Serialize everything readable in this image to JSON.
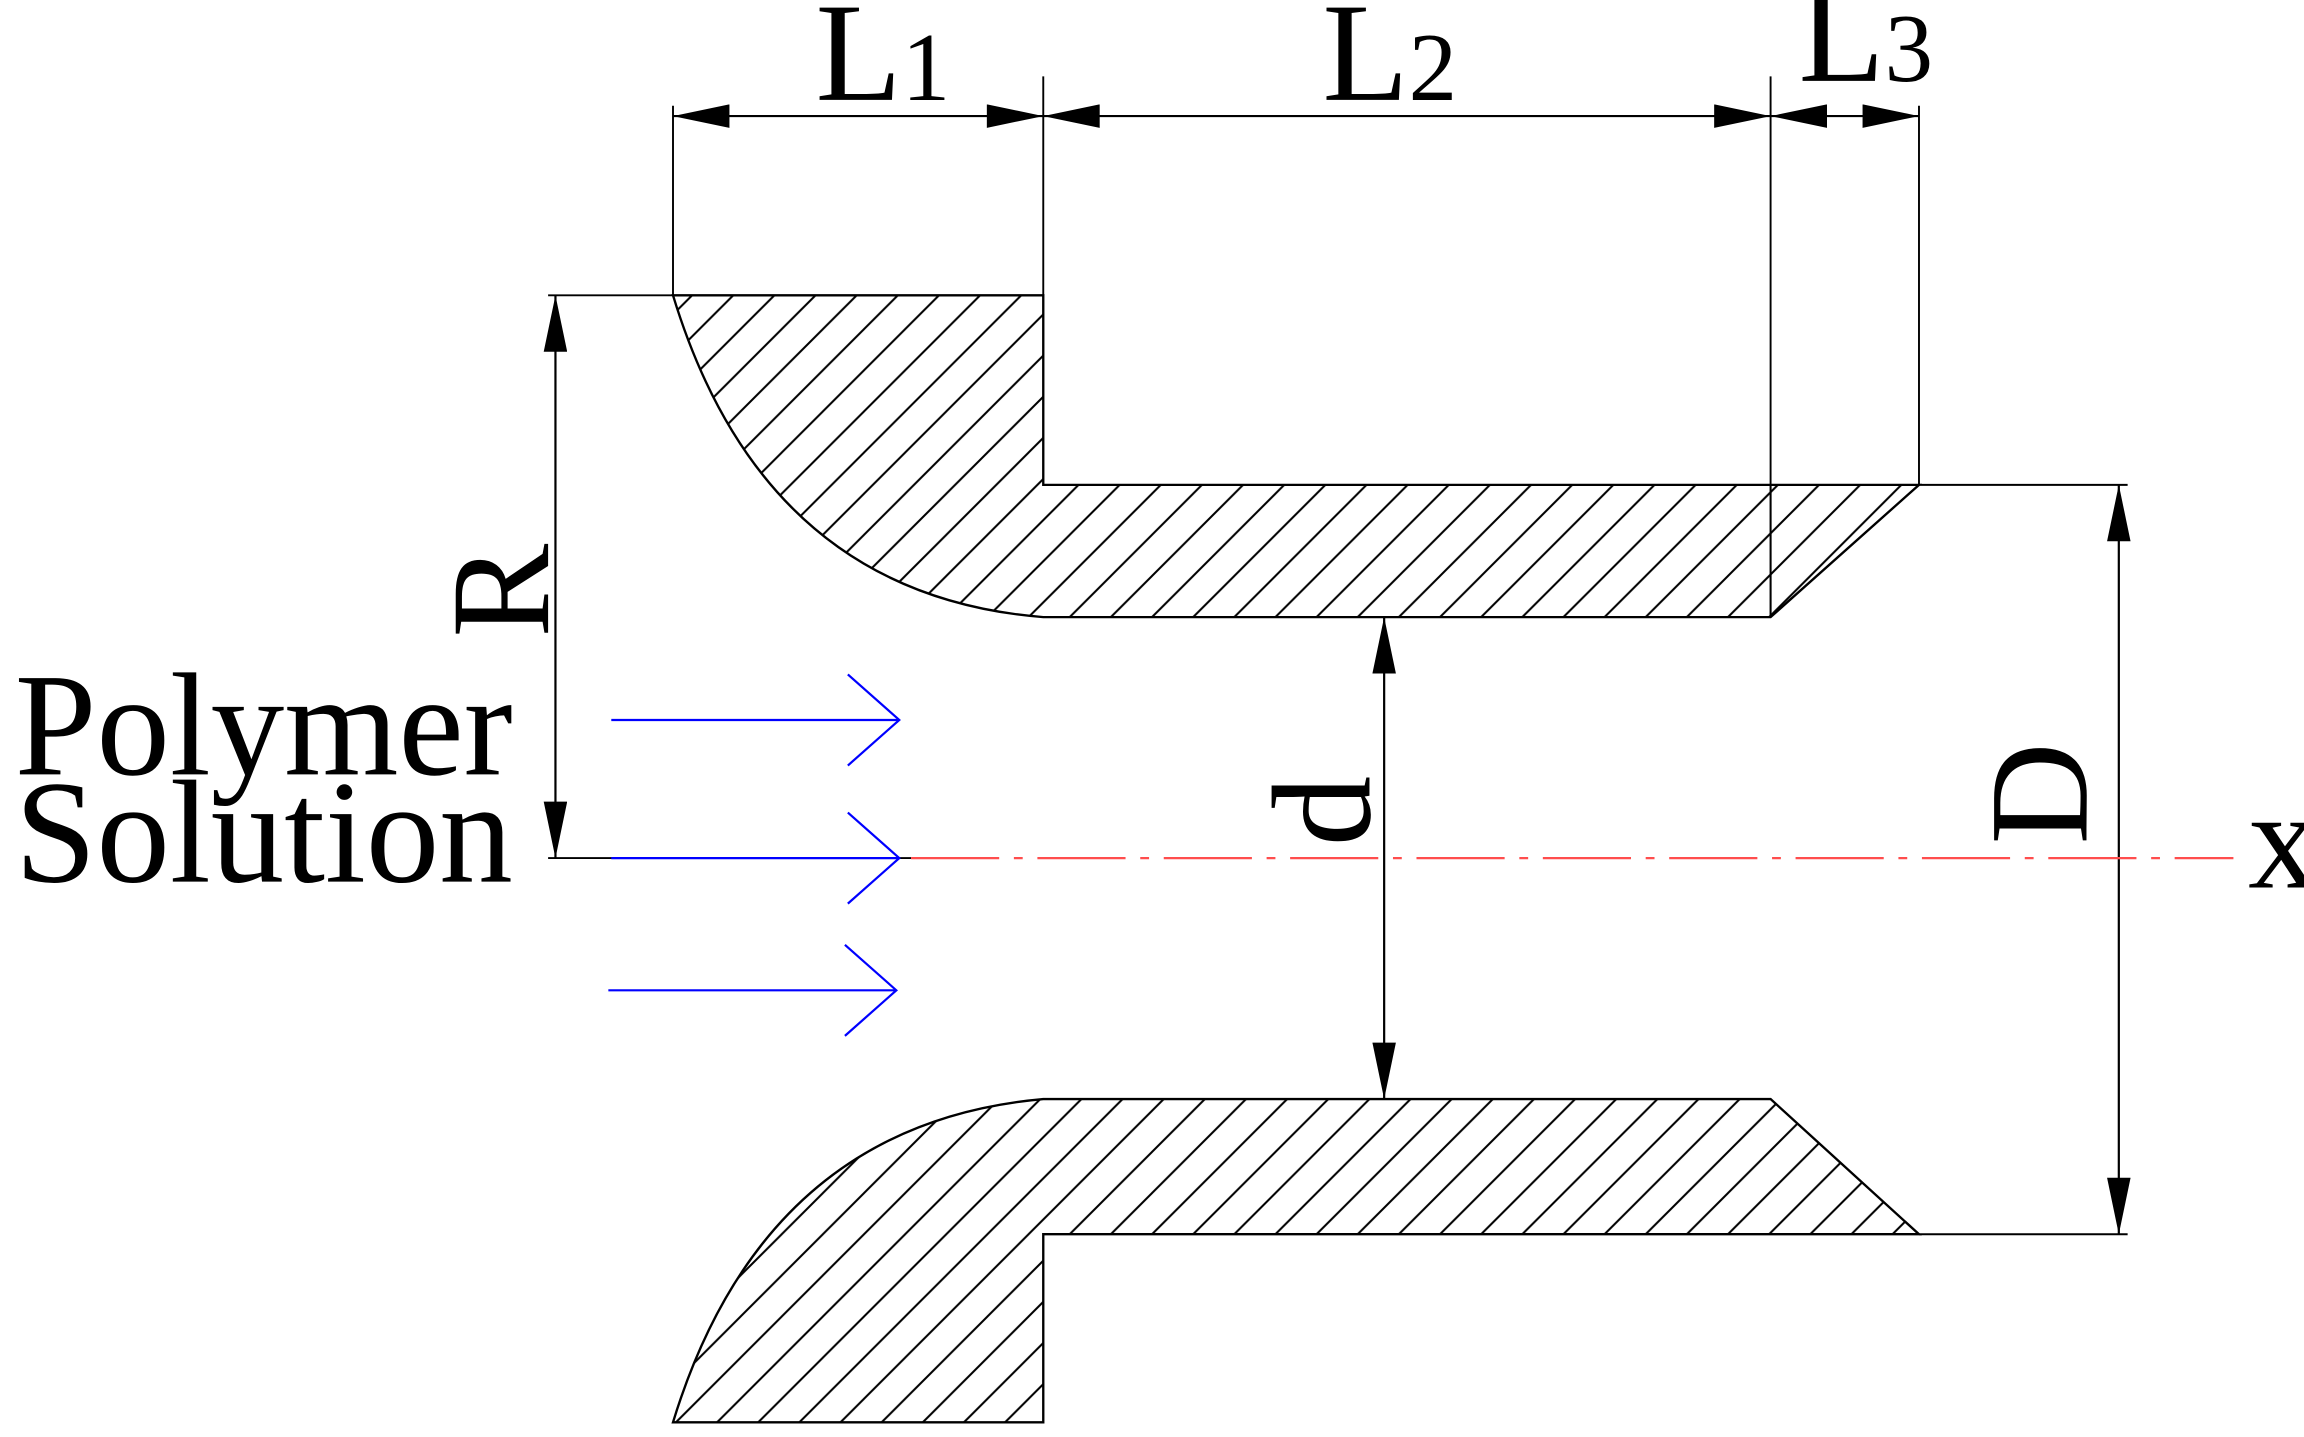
{
  "labels": {
    "L1": {
      "main": "L",
      "sub": "1"
    },
    "L2": {
      "main": "L",
      "sub": "2"
    },
    "L3": {
      "main": "L",
      "sub": "3"
    },
    "R": "R",
    "d": "d",
    "D": "D",
    "x": "x",
    "inlet_line1": "Polymer",
    "inlet_line2": "Solution"
  },
  "colors": {
    "outline": "#000000",
    "flow_arrows": "#0000ff",
    "axis": "#ff4d4d"
  }
}
